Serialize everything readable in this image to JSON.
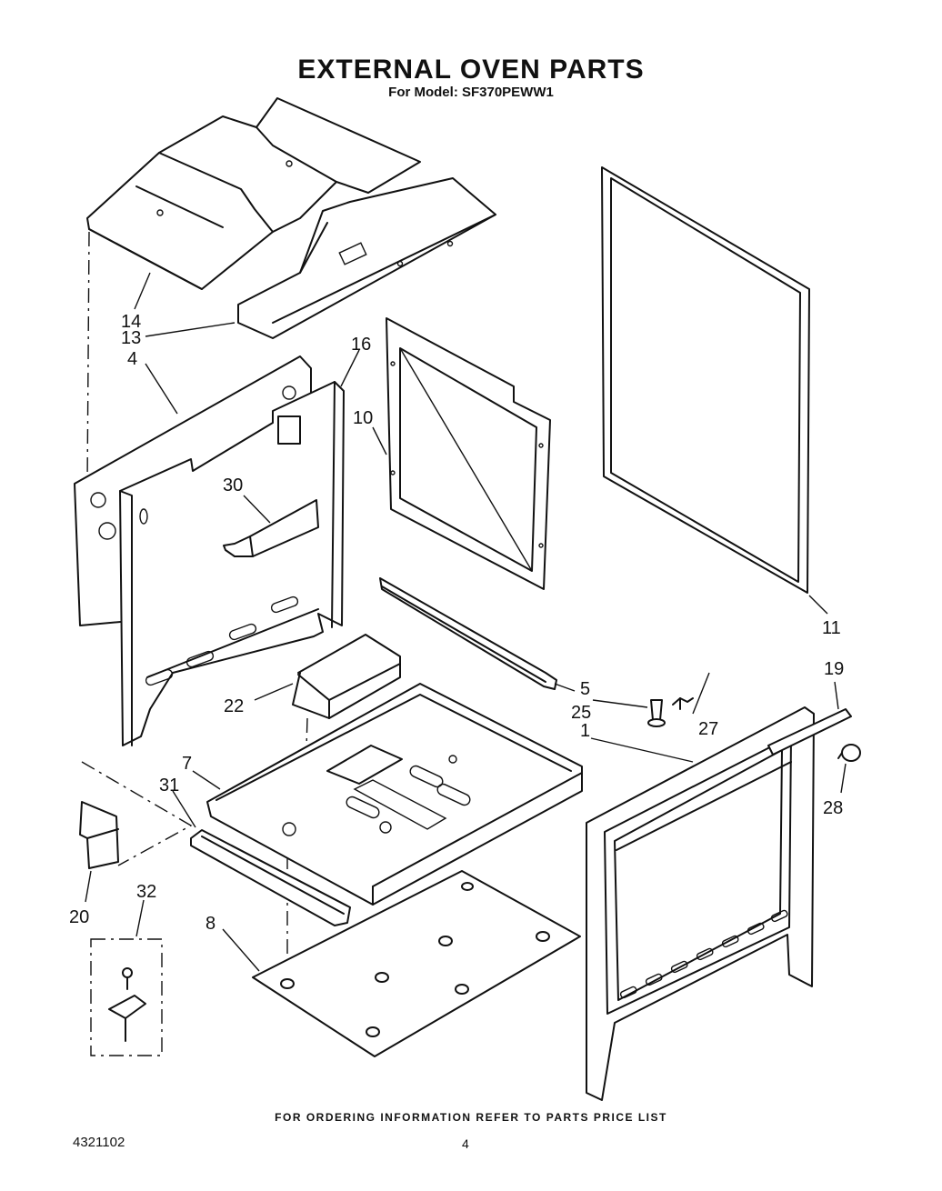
{
  "header": {
    "title": "EXTERNAL OVEN PARTS",
    "subtitle": "For Model: SF370PEWW1"
  },
  "callouts": [
    "14",
    "13",
    "4",
    "16",
    "10",
    "30",
    "11",
    "5",
    "25",
    "27",
    "19",
    "22",
    "1",
    "7",
    "31",
    "28",
    "20",
    "32",
    "8"
  ],
  "footer": {
    "note": "FOR ORDERING INFORMATION REFER TO PARTS PRICE LIST",
    "doc_number": "4321102",
    "page": "4"
  }
}
